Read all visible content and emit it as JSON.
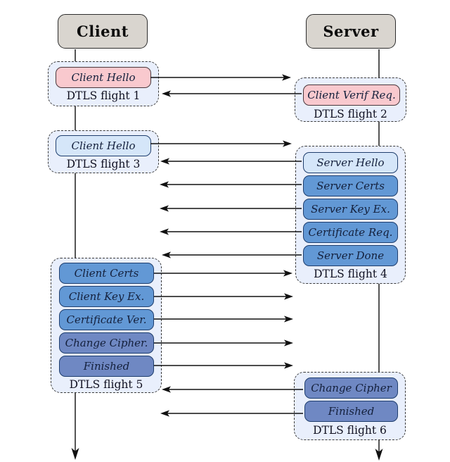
{
  "title": "DTLS handshake flights diagram",
  "actors": {
    "client": "Client",
    "server": "Server"
  },
  "colors": {
    "background": "#ffffff",
    "actor_fill": "#d9d5cf",
    "flight_fill": "#e9effc",
    "message_pink": "#f9c9ce",
    "message_light_blue": "#d5e6f9",
    "message_mid_blue": "#6298d5",
    "message_slate_blue": "#6f88c3",
    "message_border_blue": "#1f3e6d",
    "arrow": "#111111"
  },
  "flights": [
    {
      "id": 1,
      "label": "DTLS flight 1",
      "side": "client",
      "messages": [
        {
          "text": "Client Hello",
          "style": "pink"
        }
      ]
    },
    {
      "id": 2,
      "label": "DTLS flight 2",
      "side": "server",
      "messages": [
        {
          "text": "Client Verif Req.",
          "style": "pink"
        }
      ]
    },
    {
      "id": 3,
      "label": "DTLS flight 3",
      "side": "client",
      "messages": [
        {
          "text": "Client Hello",
          "style": "light"
        }
      ]
    },
    {
      "id": 4,
      "label": "DTLS flight 4",
      "side": "server",
      "messages": [
        {
          "text": "Server Hello",
          "style": "light"
        },
        {
          "text": "Server Certs",
          "style": "mid"
        },
        {
          "text": "Server Key Ex.",
          "style": "mid"
        },
        {
          "text": "Certificate Req.",
          "style": "mid"
        },
        {
          "text": "Server Done",
          "style": "mid"
        }
      ]
    },
    {
      "id": 5,
      "label": "DTLS flight 5",
      "side": "client",
      "messages": [
        {
          "text": "Client Certs",
          "style": "mid"
        },
        {
          "text": "Client Key Ex.",
          "style": "mid"
        },
        {
          "text": "Certificate Ver.",
          "style": "mid"
        },
        {
          "text": "Change Cipher.",
          "style": "slate"
        },
        {
          "text": "Finished",
          "style": "slate"
        }
      ]
    },
    {
      "id": 6,
      "label": "DTLS flight 6",
      "side": "server",
      "messages": [
        {
          "text": "Change Cipher",
          "style": "slate"
        },
        {
          "text": "Finished",
          "style": "slate"
        }
      ]
    }
  ],
  "flows": [
    {
      "name": "flow-client-hello-1",
      "from": "client",
      "to": "server",
      "message": "Client Hello"
    },
    {
      "name": "flow-client-verif-req",
      "from": "server",
      "to": "client",
      "message": "Client Verif Req."
    },
    {
      "name": "flow-client-hello-2",
      "from": "client",
      "to": "server",
      "message": "Client Hello"
    },
    {
      "name": "flow-server-hello",
      "from": "server",
      "to": "client",
      "message": "Server Hello"
    },
    {
      "name": "flow-server-certs",
      "from": "server",
      "to": "client",
      "message": "Server Certs"
    },
    {
      "name": "flow-server-key-ex",
      "from": "server",
      "to": "client",
      "message": "Server Key Ex."
    },
    {
      "name": "flow-certificate-req",
      "from": "server",
      "to": "client",
      "message": "Certificate Req."
    },
    {
      "name": "flow-server-done",
      "from": "server",
      "to": "client",
      "message": "Server Done"
    },
    {
      "name": "flow-client-certs",
      "from": "client",
      "to": "server",
      "message": "Client Certs"
    },
    {
      "name": "flow-client-key-ex",
      "from": "client",
      "to": "server",
      "message": "Client Key Ex."
    },
    {
      "name": "flow-certificate-ver",
      "from": "client",
      "to": "server",
      "message": "Certificate Ver."
    },
    {
      "name": "flow-change-cipher-client",
      "from": "client",
      "to": "server",
      "message": "Change Cipher."
    },
    {
      "name": "flow-finished-client",
      "from": "client",
      "to": "server",
      "message": "Finished"
    },
    {
      "name": "flow-change-cipher-server",
      "from": "server",
      "to": "client",
      "message": "Change Cipher"
    },
    {
      "name": "flow-finished-server",
      "from": "server",
      "to": "client",
      "message": "Finished"
    }
  ]
}
